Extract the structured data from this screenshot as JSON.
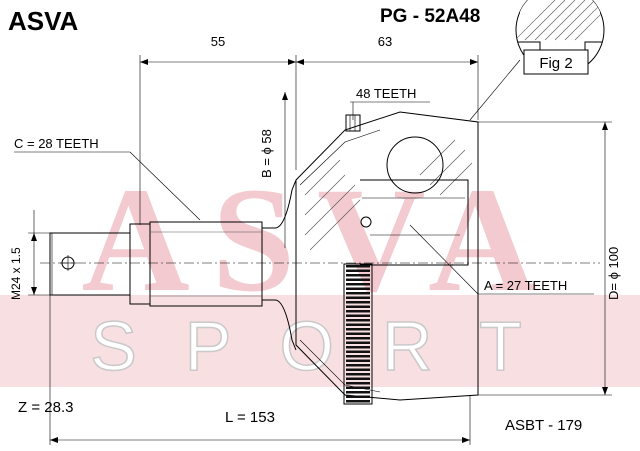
{
  "header": {
    "brand": "ASVA",
    "part_number": "PG - 52A48"
  },
  "watermark": {
    "main": "ASVA",
    "sub": "SPORT",
    "color": "#e8a0a8",
    "bar_color": "#f2c4c8"
  },
  "figure": {
    "fig_label": "Fig 2",
    "dim_55": "55",
    "dim_63": "63",
    "teeth_48": "48 TEETH",
    "teeth_c": "C = 28 TEETH",
    "dia_b": "B = ϕ 58",
    "thread_m": "M24 x 1.5",
    "teeth_a": "A = 27 TEETH",
    "dia_d": "D= ϕ 100",
    "z_value": "Z = 28.3",
    "length_l": "L = 153",
    "code": "ASBT - 179"
  }
}
